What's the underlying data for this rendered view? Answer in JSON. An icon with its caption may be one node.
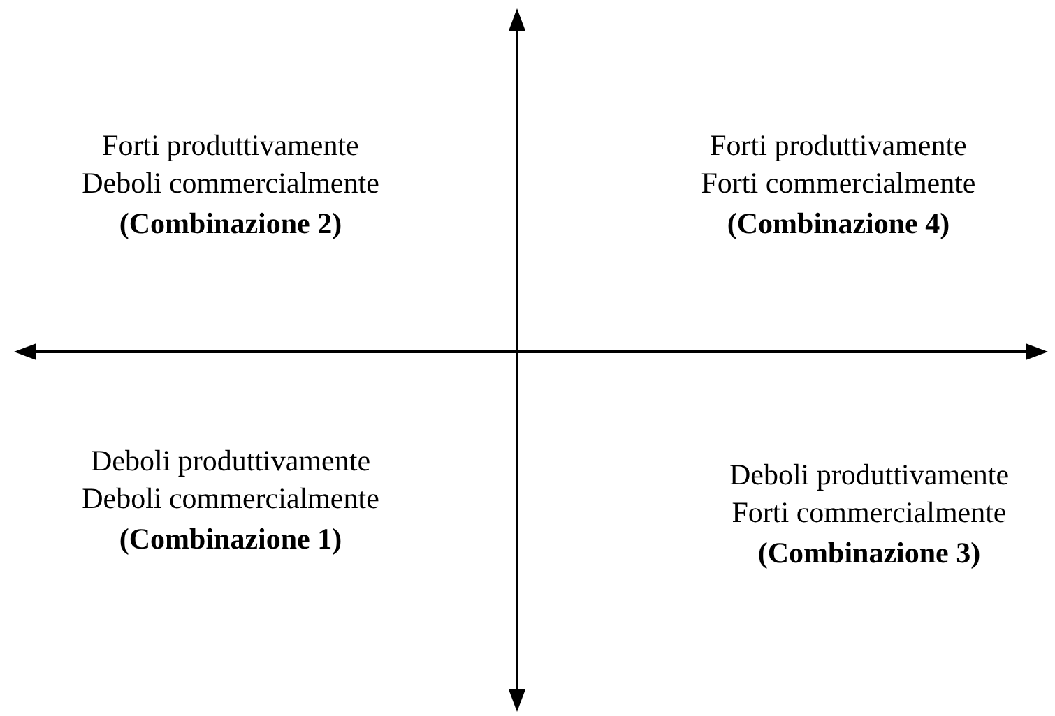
{
  "diagram": {
    "labels": [
      "Forti produttivamente",
      "Deboli commercialmente",
      "(Combinazione 2)",
      "Forti produttivamente",
      "Forti commercialmente",
      "(Combinazione 4)",
      "Deboli produttivamente",
      "Deboli commercialmente",
      "(Combinazione 1)",
      "Deboli produttivamente",
      "Forti commercialmente",
      "(Combinazione 3)"
    ]
  }
}
